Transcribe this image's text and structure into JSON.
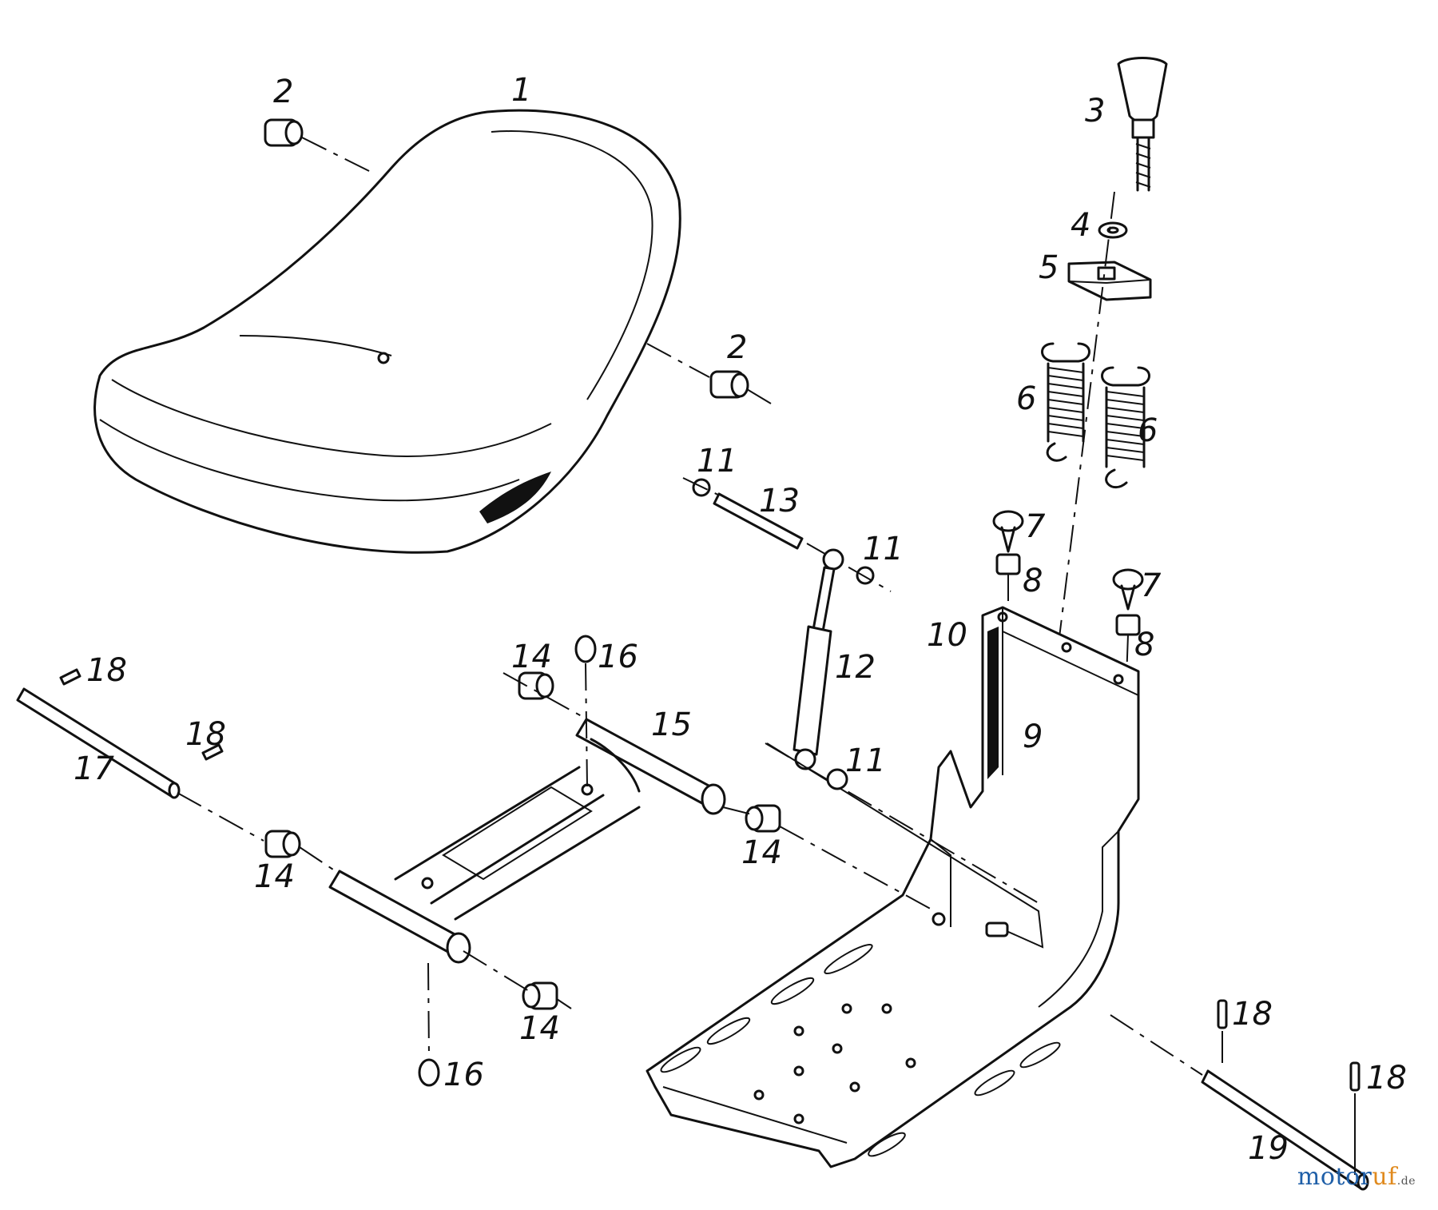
{
  "diagram": {
    "callouts": [
      "1",
      "2",
      "2",
      "3",
      "4",
      "5",
      "6",
      "6",
      "7",
      "7",
      "8",
      "8",
      "9",
      "10",
      "11",
      "11",
      "11",
      "12",
      "13",
      "14",
      "14",
      "14",
      "14",
      "15",
      "16",
      "16",
      "17",
      "18",
      "18",
      "18",
      "18",
      "19"
    ]
  },
  "watermark": {
    "main": "motor",
    "accent": "uf",
    "tld": ".de"
  },
  "colors": {
    "ink": "#111111",
    "watermark_blue": "#1f5fa8",
    "watermark_orange": "#e08a1e"
  }
}
